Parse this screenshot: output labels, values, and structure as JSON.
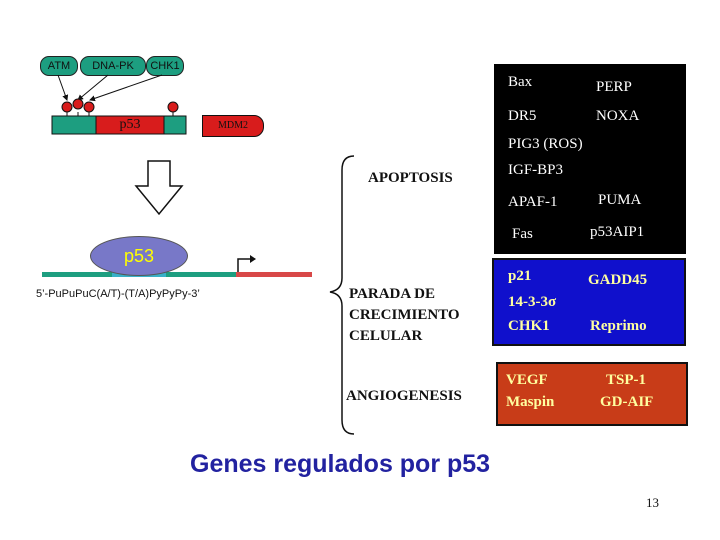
{
  "kinases": [
    "ATM",
    "DNA-PK",
    "CHK1"
  ],
  "protein_label": "p53",
  "mdm2_label": "MDM2",
  "dna_protein_label": "p53",
  "consensus_sequence": "5’-PuPuPuC(A/T)-(T/A)PyPyPy-3’",
  "categories": {
    "apoptosis": "APOPTOSIS",
    "arrest": [
      "PARADA DE",
      "CRECIMIENTO",
      "CELULAR"
    ],
    "angiogenesis": "ANGIOGENESIS"
  },
  "apoptosis_genes": {
    "bax": "Bax",
    "perp": "PERP",
    "dr5": "DR5",
    "noxa": "NOXA",
    "pig3": "PIG3 (ROS)",
    "igfbp3": "IGF-BP3",
    "apaf1": "APAF-1",
    "puma": "PUMA",
    "fas": "Fas",
    "p53aip1": "p53AIP1"
  },
  "arrest_genes": {
    "p21": "p21",
    "gadd45": "GADD45",
    "s1433": "14-3-3σ",
    "chk1": "CHK1",
    "reprimo": "Reprimo"
  },
  "angio_genes": {
    "vegf": "VEGF",
    "tsp1": "TSP-1",
    "maspin": "Maspin",
    "gdaif": "GD-AIF"
  },
  "title": "Genes regulados por p53",
  "slide_number": "13",
  "colors": {
    "teal": "#1d9e80",
    "red": "#d81c1c",
    "blue": "#1010cc",
    "darkred": "#c83c18",
    "title_blue": "#2222a0",
    "oval": "#7878c8"
  }
}
